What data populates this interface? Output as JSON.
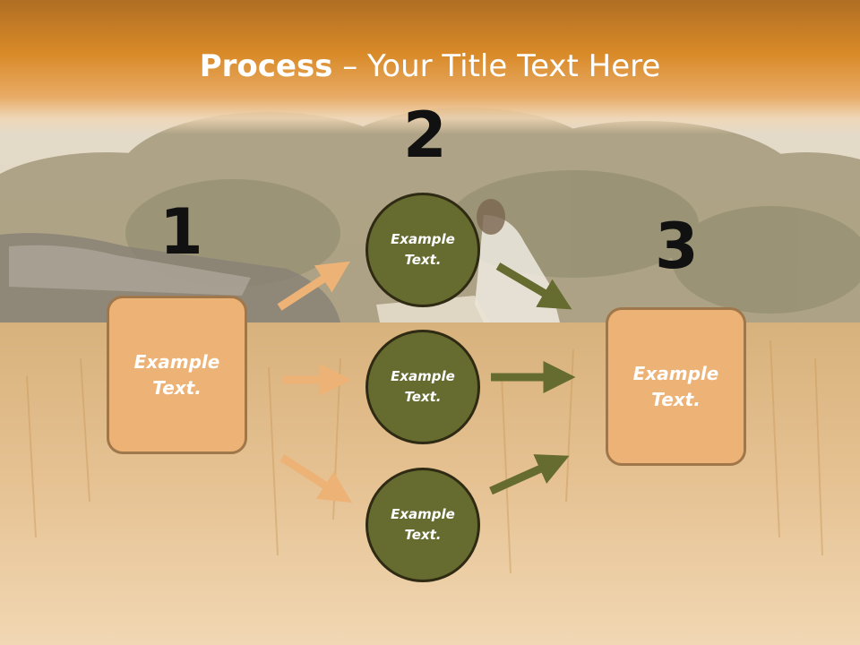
{
  "title": {
    "bold": "Process",
    "rest": " – Your Title Text Here"
  },
  "steps": [
    {
      "number": "1",
      "text": "Example\nText."
    },
    {
      "number": "2",
      "text": "Example\nText."
    },
    {
      "number": "3",
      "text": "Example\nText."
    }
  ],
  "circles": [
    {
      "text": "Example\nText."
    },
    {
      "text": "Example\nText."
    },
    {
      "text": "Example\nText."
    }
  ],
  "colors": {
    "header": "#d98a28",
    "box_fill": "#edb276",
    "box_border": "#a0774b",
    "circle_fill": "#666b30",
    "circle_border": "#2f2a13",
    "arrow_light": "#edb276",
    "arrow_dark": "#666b30"
  }
}
